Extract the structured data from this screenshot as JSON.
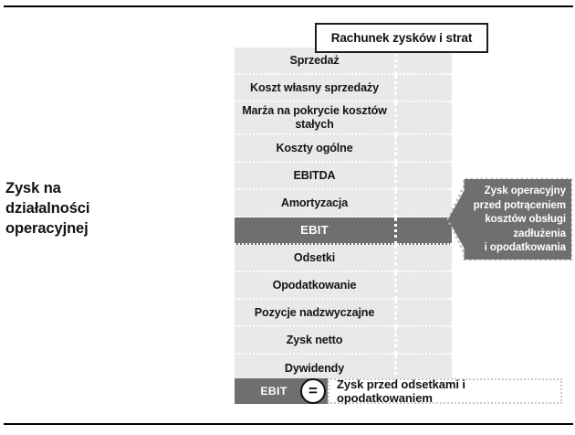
{
  "side_caption": {
    "lines": [
      "Zysk na",
      "działalności",
      "operacyjnej"
    ]
  },
  "header": {
    "title": "Rachunek zysków i strat"
  },
  "statement": {
    "rows": [
      {
        "label": "Sprzedaż",
        "highlight": false,
        "lines": 1
      },
      {
        "label": "Koszt własny sprzedaży",
        "highlight": false,
        "lines": 1
      },
      {
        "label": "Marża na pokrycie kosztów stałych",
        "highlight": false,
        "lines": 2
      },
      {
        "label": "Koszty ogólne",
        "highlight": false,
        "lines": 1
      },
      {
        "label": "EBITDA",
        "highlight": false,
        "lines": 1
      },
      {
        "label": "Amortyzacja",
        "highlight": false,
        "lines": 1
      },
      {
        "label": "EBIT",
        "highlight": true,
        "lines": 1
      },
      {
        "label": "Odsetki",
        "highlight": false,
        "lines": 1
      },
      {
        "label": "Opodatkowanie",
        "highlight": false,
        "lines": 1
      },
      {
        "label": "Pozycje nadzwyczajne",
        "highlight": false,
        "lines": 1
      },
      {
        "label": "Zysk netto",
        "highlight": false,
        "lines": 1
      },
      {
        "label": "Dywidendy",
        "highlight": false,
        "lines": 1
      }
    ]
  },
  "callout": {
    "lines": [
      "Zysk operacyjny",
      "przed  potrąceniem",
      "kosztów obsługi",
      "zadłużenia",
      "i opodatkowania"
    ]
  },
  "legend": {
    "term": "EBIT",
    "equals_glyph": "=",
    "definition": "Zysk przed odsetkami i opodatkowaniem"
  },
  "colors": {
    "highlight_gray": "#6f6f6f",
    "row_gray": "#e9e9e9",
    "rule_black": "#000000",
    "text_dark": "#111111",
    "text_light": "#ffffff"
  }
}
